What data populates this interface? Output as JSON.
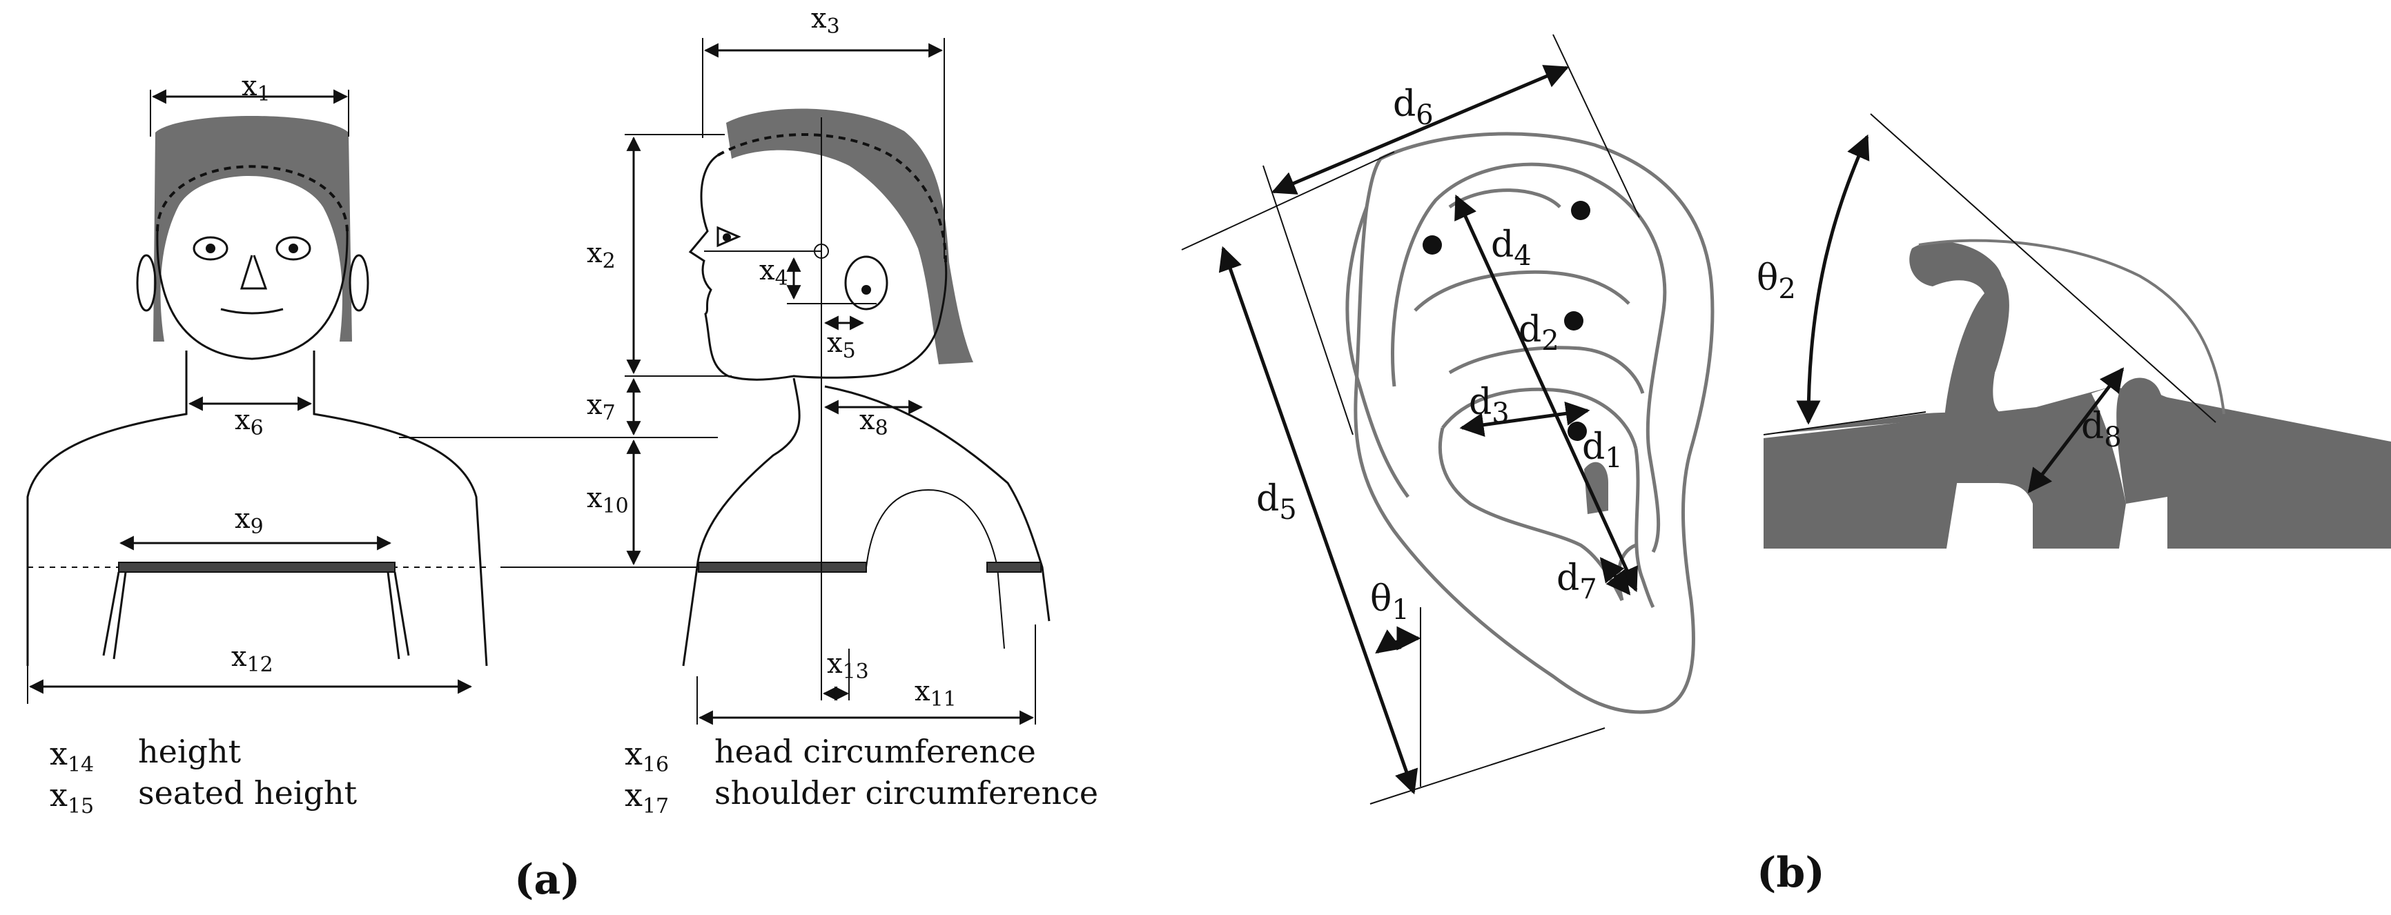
{
  "panel_a": {
    "caption": "(a)",
    "labels": {
      "x1": {
        "base": "x",
        "sub": "1"
      },
      "x2": {
        "base": "x",
        "sub": "2"
      },
      "x3": {
        "base": "x",
        "sub": "3"
      },
      "x4": {
        "base": "x",
        "sub": "4"
      },
      "x5": {
        "base": "x",
        "sub": "5"
      },
      "x6": {
        "base": "x",
        "sub": "6"
      },
      "x7": {
        "base": "x",
        "sub": "7"
      },
      "x8": {
        "base": "x",
        "sub": "8"
      },
      "x9": {
        "base": "x",
        "sub": "9"
      },
      "x10": {
        "base": "x",
        "sub": "10"
      },
      "x11": {
        "base": "x",
        "sub": "11"
      },
      "x12": {
        "base": "x",
        "sub": "12"
      },
      "x13": {
        "base": "x",
        "sub": "13"
      }
    },
    "legend": [
      {
        "sym": "x",
        "sub": "14",
        "text": "height"
      },
      {
        "sym": "x",
        "sub": "15",
        "text": "seated height"
      },
      {
        "sym": "x",
        "sub": "16",
        "text": "head circumference"
      },
      {
        "sym": "x",
        "sub": "17",
        "text": "shoulder circumference"
      }
    ]
  },
  "panel_b": {
    "caption": "(b)",
    "labels": {
      "d1": {
        "base": "d",
        "sub": "1"
      },
      "d2": {
        "base": "d",
        "sub": "2"
      },
      "d3": {
        "base": "d",
        "sub": "3"
      },
      "d4": {
        "base": "d",
        "sub": "4"
      },
      "d5": {
        "base": "d",
        "sub": "5"
      },
      "d6": {
        "base": "d",
        "sub": "6"
      },
      "d7": {
        "base": "d",
        "sub": "7"
      },
      "d8": {
        "base": "d",
        "sub": "8"
      },
      "theta1": {
        "base": "θ",
        "sub": "1"
      },
      "theta2": {
        "base": "θ",
        "sub": "2"
      }
    }
  }
}
